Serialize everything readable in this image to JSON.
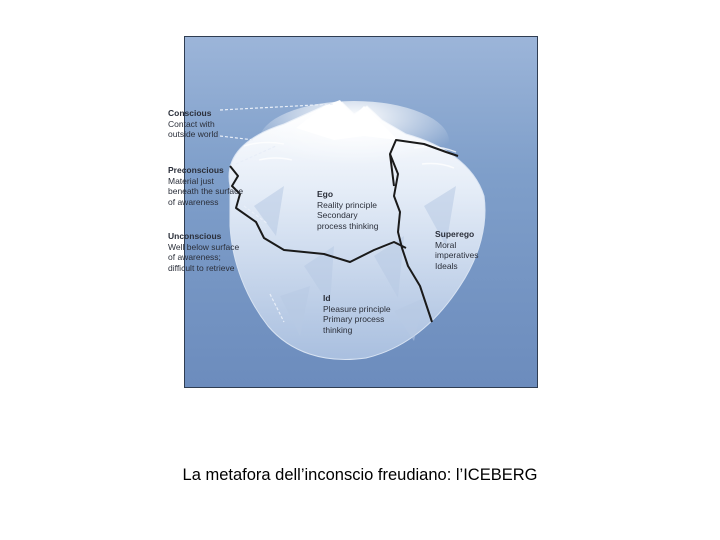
{
  "colors": {
    "water_top": "#9cb5d9",
    "water_bottom": "#6c8cbd",
    "iceberg_light": "#f6f9fd",
    "iceberg_mid": "#cdd9eb",
    "boundary_line": "#1a1a1a"
  },
  "labels": {
    "conscious": {
      "title": "Conscious",
      "lines": [
        "Contact with",
        "outside world"
      ]
    },
    "preconscious": {
      "title": "Preconscious",
      "lines": [
        "Material just",
        "beneath the surface",
        "of awareness"
      ]
    },
    "unconscious": {
      "title": "Unconscious",
      "lines": [
        "Well below surface",
        "of awareness;",
        "difficult to retrieve"
      ]
    },
    "ego": {
      "title": "Ego",
      "lines": [
        "Reality principle",
        "Secondary",
        "process thinking"
      ]
    },
    "superego": {
      "title": "Superego",
      "lines": [
        "Moral",
        "imperatives",
        "Ideals"
      ]
    },
    "id": {
      "title": "Id",
      "lines": [
        "Pleasure principle",
        "Primary process",
        "thinking"
      ]
    }
  },
  "caption": "La metafora dell’inconscio freudiano: l’ICEBERG"
}
